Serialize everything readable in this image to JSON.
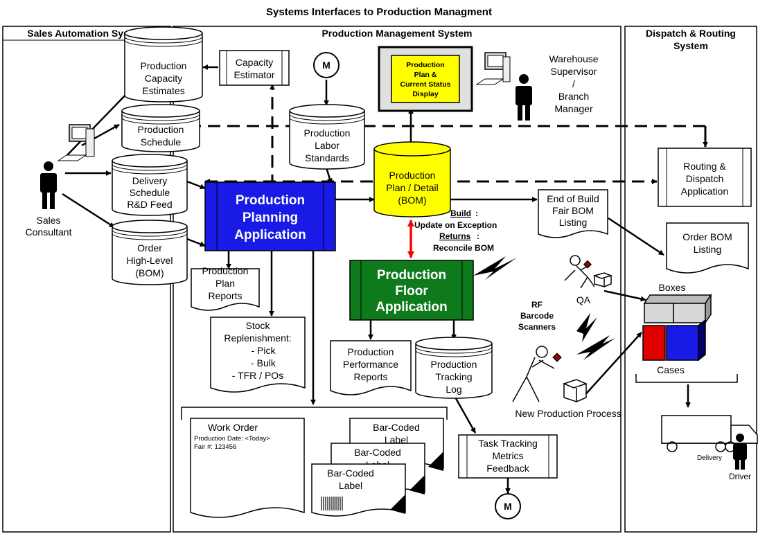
{
  "title": "Systems Interfaces to Production Managment",
  "panels": {
    "sales": "Sales Automation System",
    "production": "Production Management System",
    "dispatch": [
      "Dispatch & Routing",
      "System"
    ]
  },
  "nodes": {
    "capacity_estimates": [
      "Production",
      "Capacity",
      "Estimates"
    ],
    "production_schedule": [
      "Production",
      "Schedule"
    ],
    "delivery_schedule": [
      "Delivery",
      "Schedule",
      "R&D Feed"
    ],
    "order_highlevel": [
      "Order",
      "High-Level",
      "(BOM)"
    ],
    "sales_consultant": [
      "Sales",
      "Consultant"
    ],
    "capacity_estimator": [
      "Capacity",
      "Estimator"
    ],
    "m_top": "M",
    "m_bottom": "M",
    "labor_standards": [
      "Production",
      "Labor",
      "Standards"
    ],
    "status_display": [
      "Production",
      "Plan &",
      "Current Status",
      "Display"
    ],
    "warehouse_supervisor": [
      "Warehouse",
      "Supervisor",
      "/",
      "Branch",
      "Manager"
    ],
    "plan_detail": [
      "Production",
      "Plan / Detail",
      "(BOM)"
    ],
    "planning_app": [
      "Production",
      "Planning",
      "Application"
    ],
    "end_of_build": [
      "End of Build",
      "Fair BOM",
      "Listing"
    ],
    "routing_dispatch": [
      "Routing &",
      "Dispatch",
      "Application"
    ],
    "order_bom_listing": [
      "Order BOM",
      "Listing"
    ],
    "plan_reports": [
      "Production",
      "Plan",
      "Reports"
    ],
    "stock_replenishment": [
      "Stock",
      "Replenishment:",
      "-  Pick",
      "-  Bulk",
      "-  TFR / POs"
    ],
    "floor_app": [
      "Production",
      "Floor",
      "Application"
    ],
    "performance_reports": [
      "Production",
      "Performance",
      "Reports"
    ],
    "tracking_log": [
      "Production",
      "Tracking",
      "Log"
    ],
    "task_tracking": [
      "Task Tracking",
      "Metrics",
      "Feedback"
    ],
    "work_order_title": "Work Order",
    "work_order_lines": [
      "Production Date:  <Today>",
      "Fair #: 123456"
    ],
    "barcode_labels": [
      [
        "Bar-Coded",
        "Label"
      ],
      [
        "Bar-Coded",
        "Label"
      ],
      [
        "Bar-Coded",
        "Label"
      ]
    ],
    "qa": "QA",
    "boxes": "Boxes",
    "cases": "Cases",
    "rf_scanners": [
      "RF",
      "Barcode",
      "Scanners"
    ],
    "new_production": "New Production Process",
    "delivery": "Delivery",
    "driver": "Driver"
  },
  "annotations": {
    "build_head": "Build",
    "build_text": "Update on Exception",
    "returns_head": "Returns",
    "returns_text": "Reconcile BOM"
  },
  "colors": {
    "planning_app": "#1a1ae6",
    "floor_app": "#0e7a1c",
    "plan_detail": "#ffff00",
    "status_display": "#ffff00",
    "exception_arrow": "#ff0000",
    "box_red": "#e00000",
    "box_blue": "#1a1ae6",
    "box_gray": "#d8d8d8"
  }
}
